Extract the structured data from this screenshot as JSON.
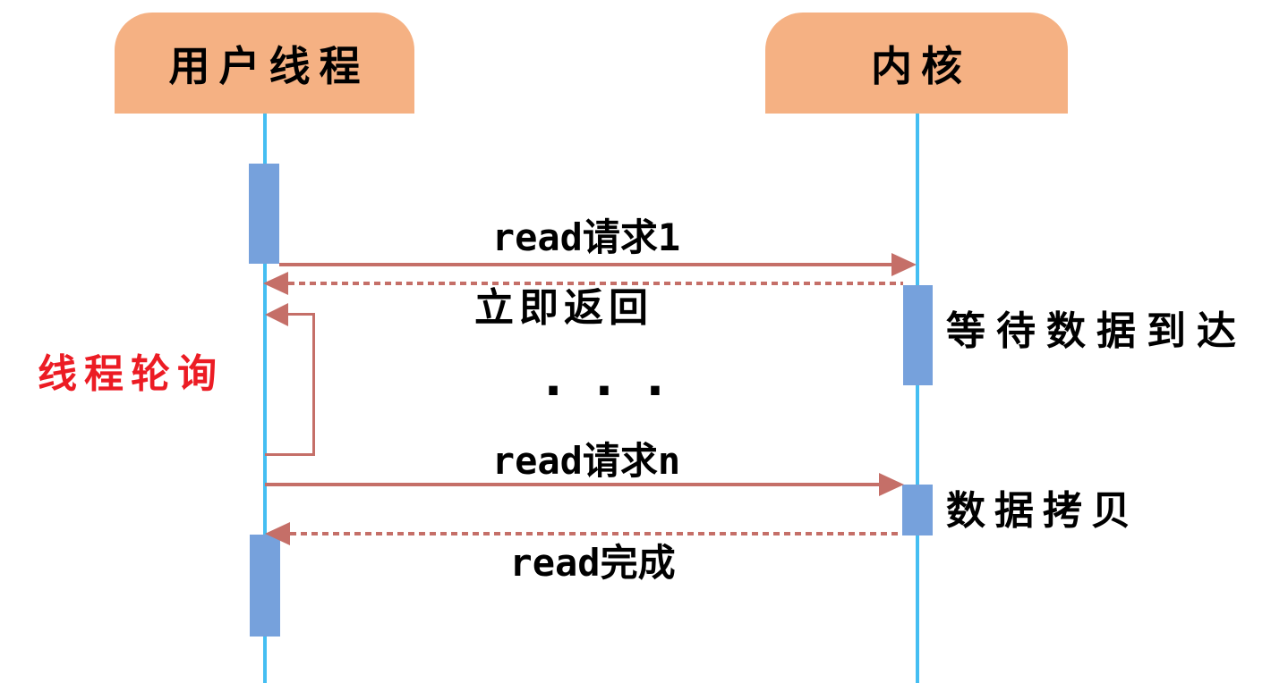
{
  "diagram_type": "sequence-diagram",
  "topic": "non-blocking read with thread polling",
  "colors": {
    "actor": "#F5B183",
    "bar": "#76A1DC",
    "lifeline": "#45BEF2",
    "arrow": "#C56F68",
    "highlight": "#EC1C24",
    "text": "#000000",
    "bg": "#FFFFFF"
  },
  "actors": [
    {
      "name": "user-thread",
      "label": "用户线程"
    },
    {
      "name": "kernel",
      "label": "内核"
    }
  ],
  "messages": [
    {
      "name": "read-request-1",
      "label": "read请求1",
      "from": "user-thread",
      "to": "kernel",
      "line": "solid"
    },
    {
      "name": "immediate-return",
      "label": "立即返回",
      "from": "kernel",
      "to": "user-thread",
      "line": "dashed"
    },
    {
      "name": "polling-self-loop",
      "label": "线程轮询",
      "from": "user-thread",
      "to": "user-thread",
      "line": "solid"
    },
    {
      "name": "ellipsis",
      "label": "...",
      "from": "",
      "to": "",
      "line": "none"
    },
    {
      "name": "read-request-n",
      "label": "read请求n",
      "from": "user-thread",
      "to": "kernel",
      "line": "solid"
    },
    {
      "name": "read-complete",
      "label": "read完成",
      "from": "kernel",
      "to": "user-thread",
      "line": "dashed"
    }
  ],
  "annotations": [
    {
      "name": "wait-data",
      "label": "等待数据到达",
      "attached_to": "kernel"
    },
    {
      "name": "data-copy",
      "label": "数据拷贝",
      "attached_to": "kernel"
    }
  ]
}
